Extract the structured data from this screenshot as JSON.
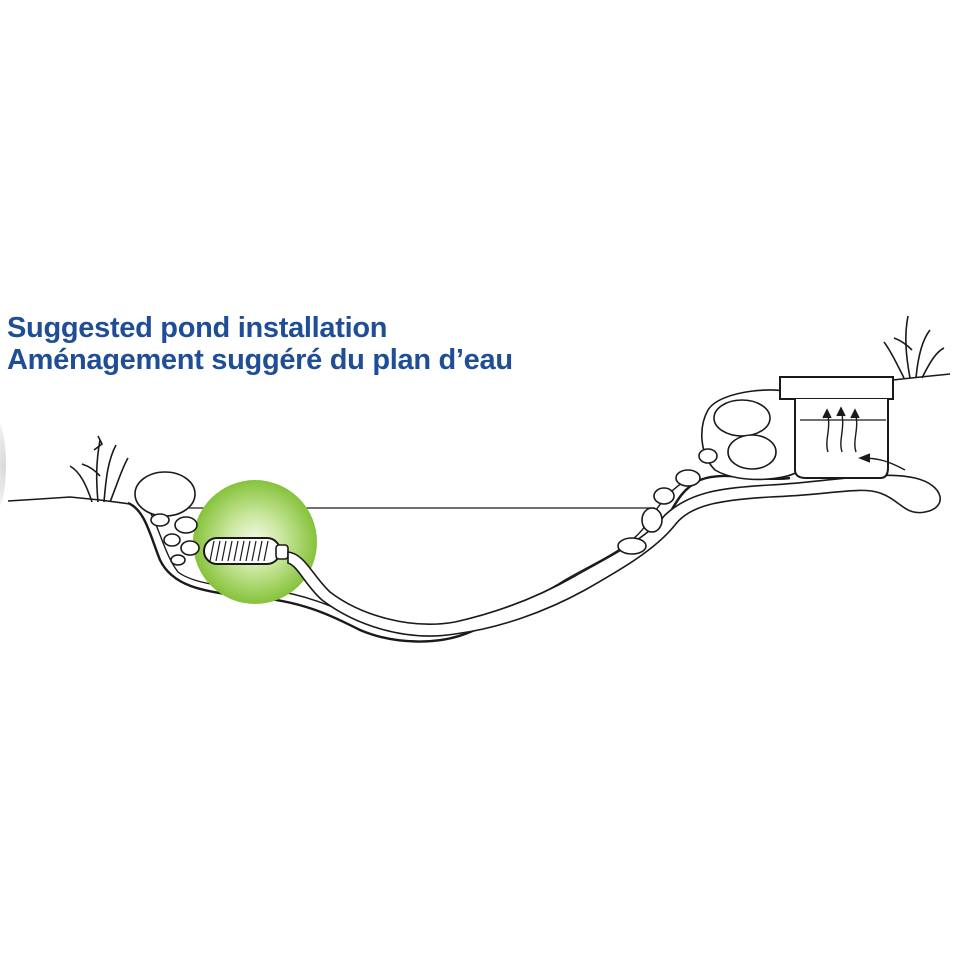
{
  "title_en": "Suggested pond installation",
  "title_fr": "Aménagement suggéré du plan d’eau",
  "colors": {
    "title": "#1f4e96",
    "highlight": "#8cc63f",
    "line": "#1a1a1a",
    "background": "#ffffff"
  },
  "components": [
    "pump-in-pond",
    "tubing",
    "waterfall-filter-box",
    "rocks",
    "grass"
  ]
}
